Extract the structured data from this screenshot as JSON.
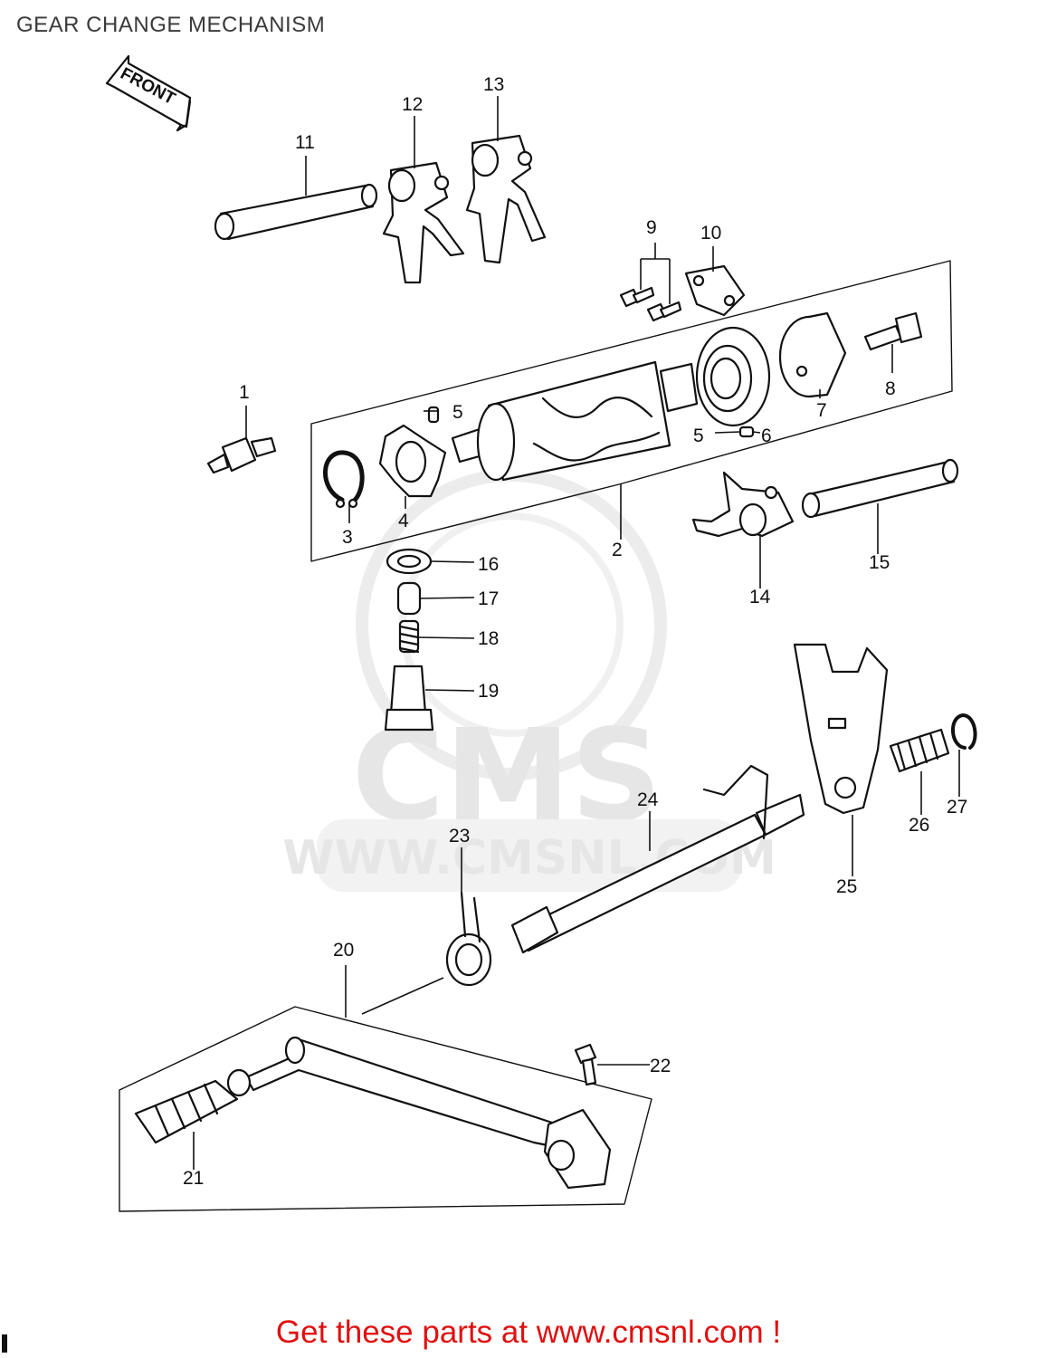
{
  "header": {
    "title": "GEAR CHANGE MECHANISM"
  },
  "direction_label": "FRONT",
  "watermark": {
    "brand": "CMS",
    "url": "WWW.CMSNL.COM"
  },
  "callouts": [
    "1",
    "2",
    "3",
    "4",
    "5",
    "5",
    "6",
    "6",
    "7",
    "8",
    "9",
    "10",
    "11",
    "12",
    "13",
    "14",
    "15",
    "16",
    "17",
    "18",
    "19",
    "20",
    "21",
    "22",
    "23",
    "24",
    "25",
    "26",
    "27"
  ],
  "footer": {
    "text": "Get these parts at www.cmsnl.com !"
  },
  "colors": {
    "footer": "#e01010",
    "line": "#111111",
    "watermark": "#e6e6e6"
  }
}
